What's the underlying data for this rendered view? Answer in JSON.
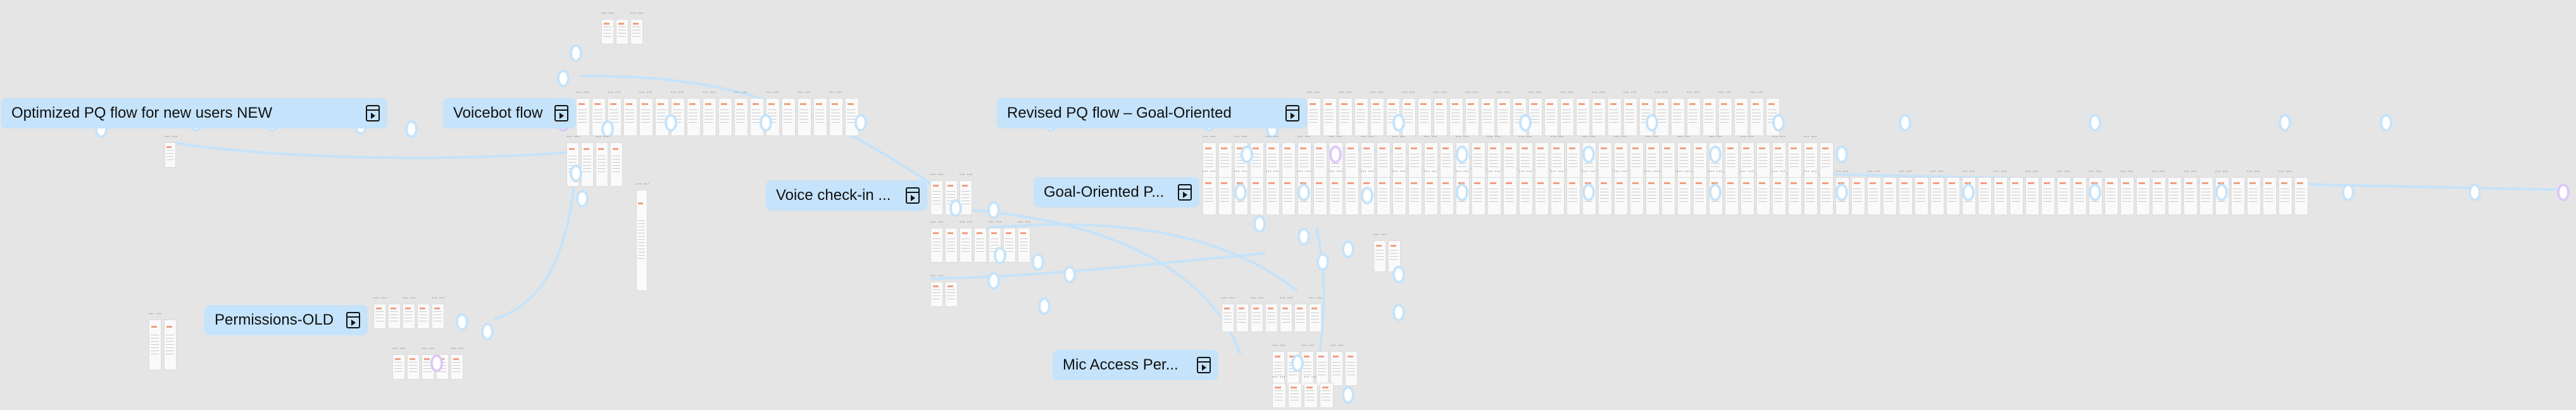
{
  "canvas": {
    "flows": [
      {
        "id": "optimized",
        "name": "Optimized PQ flow for new users NEW"
      },
      {
        "id": "voicebot",
        "name": "Voicebot flow"
      },
      {
        "id": "revised",
        "name": "Revised PQ flow – Goal-Oriented"
      },
      {
        "id": "voice-checkin",
        "name": "Voice check-in ..."
      },
      {
        "id": "goal-oriented",
        "name": "Goal-Oriented P..."
      },
      {
        "id": "permissions-old",
        "name": "Permissions-OLD"
      },
      {
        "id": "mic-access",
        "name": "Mic Access Per..."
      }
    ],
    "frame_label": "••• •••"
  },
  "colors": {
    "canvas": "#e5e5e5",
    "flow": "#c5e3fa",
    "accent_purple": "#dcc8f7"
  }
}
